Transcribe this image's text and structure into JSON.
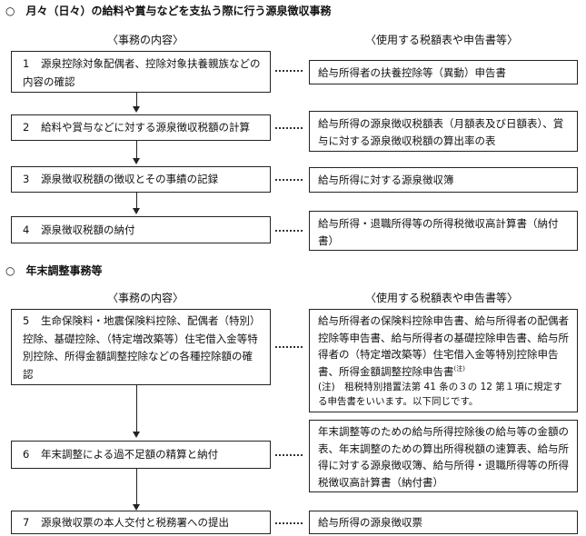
{
  "section1": {
    "title": "○　月々（日々）の給料や賞与などを支払う際に行う源泉徴収事務",
    "col_left": "〈事務の内容〉",
    "col_right": "〈使用する税額表や申告書等〉",
    "steps": [
      {
        "num": "1",
        "text": "源泉控除対象配偶者、控除対象扶養親族などの内容の確認",
        "form": "給与所得者の扶養控除等（異動）申告書"
      },
      {
        "num": "2",
        "text": "給料や賞与などに対する源泉徴収税額の計算",
        "form": "給与所得の源泉徴収税額表（月額表及び日額表）、賞与に対する源泉徴収税額の算出率の表"
      },
      {
        "num": "3",
        "text": "源泉徴収税額の徴収とその事績の記録",
        "form": "給与所得に対する源泉徴収簿"
      },
      {
        "num": "4",
        "text": "源泉徴収税額の納付",
        "form": "給与所得・退職所得等の所得税徴収高計算書（納付書）"
      }
    ]
  },
  "section2": {
    "title": "○　年末調整事務等",
    "col_left": "〈事務の内容〉",
    "col_right": "〈使用する税額表や申告書等〉",
    "steps": [
      {
        "num": "5",
        "text": "生命保険料・地震保険料控除、配偶者（特別）控除、基礎控除、（特定増改築等）住宅借入金等特別控除、所得金額調整控除などの各種控除額の確認",
        "form": "給与所得者の保険料控除申告書、給与所得者の配偶者控除等申告書、給与所得者の基礎控除申告書、給与所得者の（特定増改築等）住宅借入金等特別控除申告書、所得金額調整控除申告書",
        "form_mark": "(注)",
        "note": "(注)　租税特別措置法第 41 条の３の 12 第１項に規定する申告書をいいます。以下同じです。"
      },
      {
        "num": "6",
        "text": "年末調整による過不足額の精算と納付",
        "form": "年末調整等のための給与所得控除後の給与等の金額の表、年末調整のための算出所得税額の速算表、給与所得に対する源泉徴収簿、給与所得・退職所得等の所得税徴収高計算書（納付書）"
      },
      {
        "num": "7",
        "text": "源泉徴収票の本人交付と税務署への提出",
        "form": "給与所得の源泉徴収票"
      }
    ]
  }
}
